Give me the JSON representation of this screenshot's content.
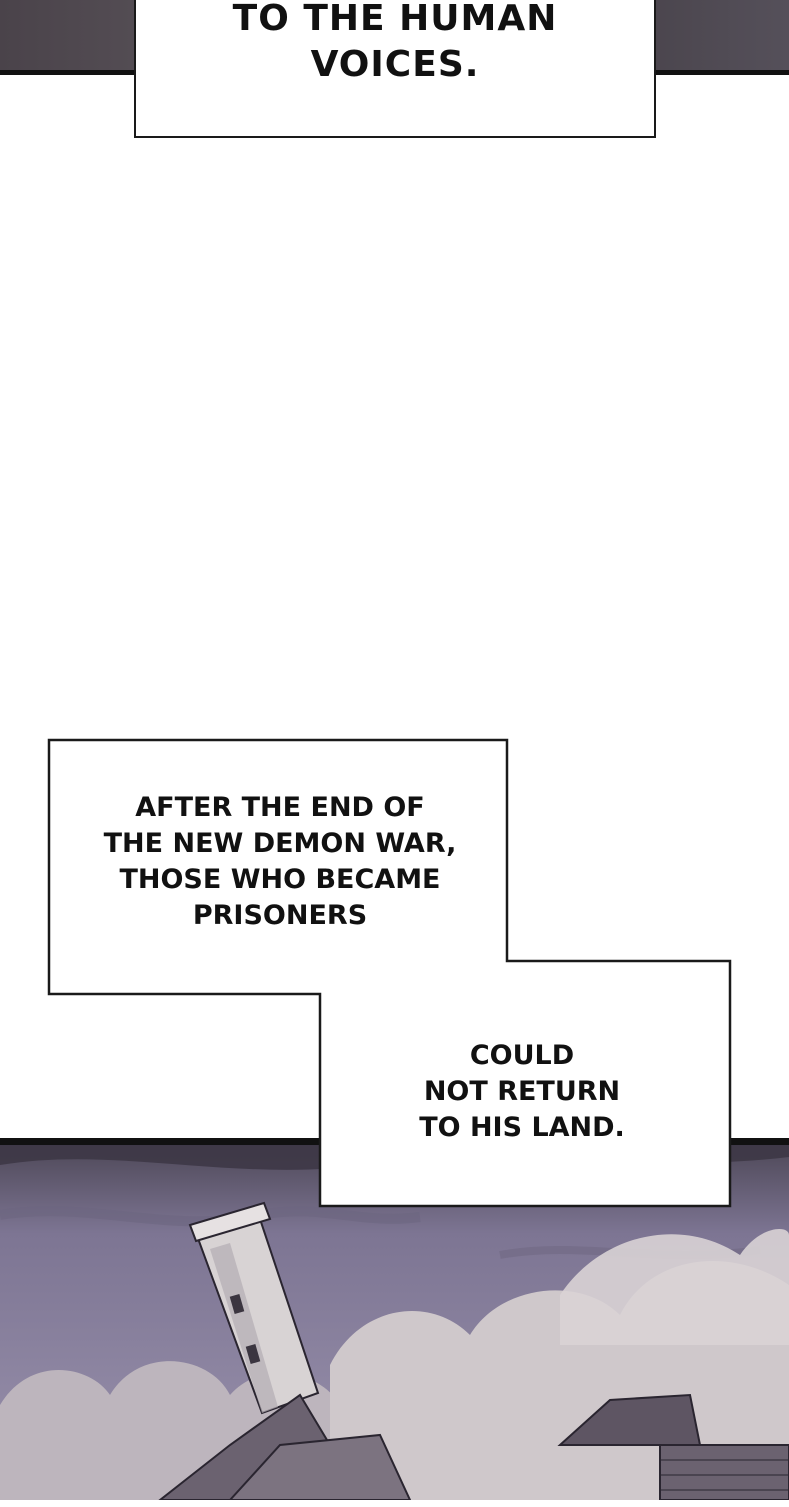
{
  "captions": {
    "top": "TO THE HUMAN\nVOICES.",
    "middle": "AFTER THE END OF\nTHE NEW DEMON WAR,\nTHOSE WHO BECAME\nPRISONERS",
    "bottom": "COULD\nNOT RETURN\nTO HIS LAND."
  },
  "colors": {
    "sky": "#8c84a2",
    "smoke": "#c9c2c6",
    "tower": "#d8d3d4",
    "roof": "#5a5060",
    "frame": "#111111"
  }
}
